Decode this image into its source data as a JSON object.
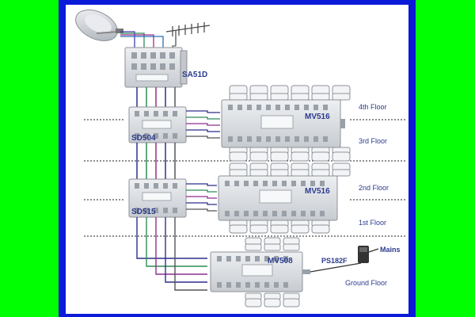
{
  "devices": {
    "sa51d": "SA51D",
    "sd504": "SD504",
    "sd515": "SD515",
    "mv516_upper": "MV516",
    "mv516_lower": "MV516",
    "mv508": "MV508",
    "ps182f": "PS182F"
  },
  "labels": {
    "mains": "Mains"
  },
  "floors": {
    "fourth": "4th Floor",
    "third": "3rd Floor",
    "second": "2nd Floor",
    "first": "1st Floor",
    "ground": "Ground Floor"
  },
  "colors": {
    "green_background": "#00ff00",
    "blue_frame": "#0b1ad9",
    "cable_blue": "#3b3f9e",
    "device_body": "#d9dcdf",
    "label_text": "#2b3b8f"
  }
}
